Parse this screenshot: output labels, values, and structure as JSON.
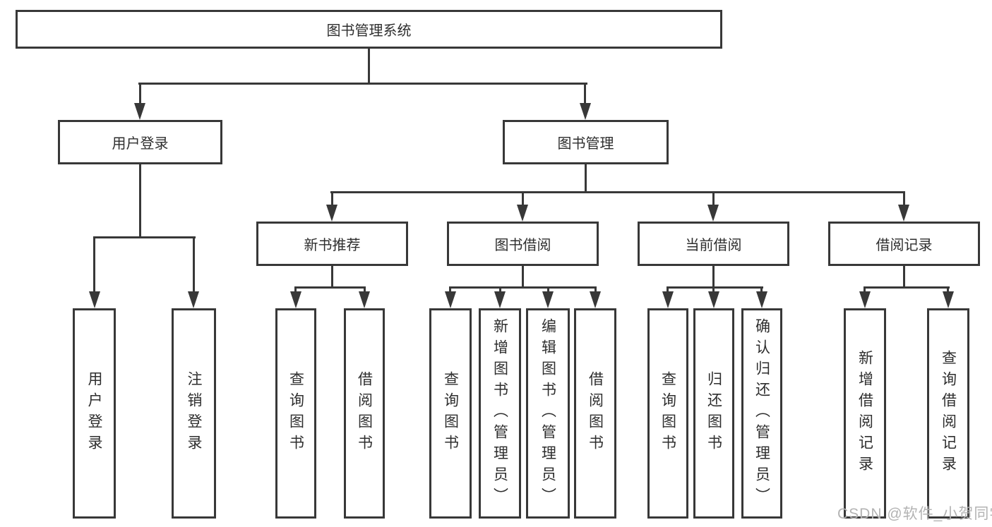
{
  "diagram": {
    "root": {
      "label": "图书管理系统",
      "children": [
        {
          "label": "用户登录",
          "children": [
            {
              "label": "用户登录"
            },
            {
              "label": "注销登录"
            }
          ]
        },
        {
          "label": "图书管理",
          "children": [
            {
              "label": "新书推荐",
              "children": [
                {
                  "label": "查询图书"
                },
                {
                  "label": "借阅图书"
                }
              ]
            },
            {
              "label": "图书借阅",
              "children": [
                {
                  "label": "查询图书"
                },
                {
                  "label": "新增图书（管理员）"
                },
                {
                  "label": "编辑图书（管理员）"
                },
                {
                  "label": "借阅图书"
                }
              ]
            },
            {
              "label": "当前借阅",
              "children": [
                {
                  "label": "查询图书"
                },
                {
                  "label": "归还图书"
                },
                {
                  "label": "确认归还（管理员）"
                }
              ]
            },
            {
              "label": "借阅记录",
              "children": [
                {
                  "label": "新增借阅记录"
                },
                {
                  "label": "查询借阅记录"
                }
              ]
            }
          ]
        }
      ]
    },
    "colors": {
      "line": "#383838",
      "text": "#2e2e2e",
      "background": "#ffffff",
      "watermark": "#b3b3b3"
    }
  },
  "watermark": {
    "text": "CSDN @软件_小贺同学"
  }
}
